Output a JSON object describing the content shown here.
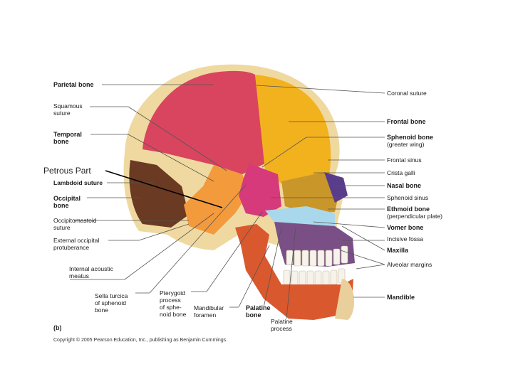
{
  "labels_left": {
    "parietal": "Parietal bone",
    "squamous": "Squamous\nsuture",
    "temporal": "Temporal\nbone",
    "petrous": "Petrous Part",
    "lambdoid": "Lambdoid suture",
    "occipital": "Occipital\nbone",
    "occipitomastoid": "Occipitomastoid\nsuture",
    "ext_occipital": "External occipital\nprotuberance",
    "int_acoustic": "Internal acoustic\nmeatus",
    "sella": "Sella turcica\nof sphenoid\nbone",
    "pterygoid": "Pterygoid\nprocess\nof sphe-\nnoid bone",
    "mandibular_foramen": "Mandibular\nforamen",
    "palatine_bone": "Palatine\nbone",
    "palatine_process": "Palatine\nprocess"
  },
  "labels_right": {
    "coronal": "Coronal suture",
    "frontal": "Frontal bone",
    "sphenoid": "Sphenoid bone",
    "sphenoid_sub": "(greater wing)",
    "frontal_sinus": "Frontal sinus",
    "crista": "Crista galli",
    "nasal": "Nasal bone",
    "sphenoid_sinus": "Sphenoid sinus",
    "ethmoid": "Ethmoid bone",
    "ethmoid_sub": "(perpendicular plate)",
    "vomer": "Vomer bone",
    "incisive": "Incisive fossa",
    "maxilla": "Maxilla",
    "alveolar": "Alveolar margins",
    "mandible": "Mandible"
  },
  "figure_tag": "(b)",
  "copyright": "Copyright © 2005 Pearson Education, Inc., publishing as Benjamin Cummings.",
  "colors": {
    "parietal": "#d9455f",
    "frontal": "#f2b21e",
    "occipital": "#6b3a22",
    "temporal": "#f39a3c",
    "mandible": "#d9582e",
    "sphenoid": "#d63a7a",
    "ethmoid": "#c9962a",
    "vomer": "#a9d8ec",
    "maxilla": "#7a4f86",
    "nasal": "#5a3d8a",
    "skull_edge": "#efd9a0"
  }
}
